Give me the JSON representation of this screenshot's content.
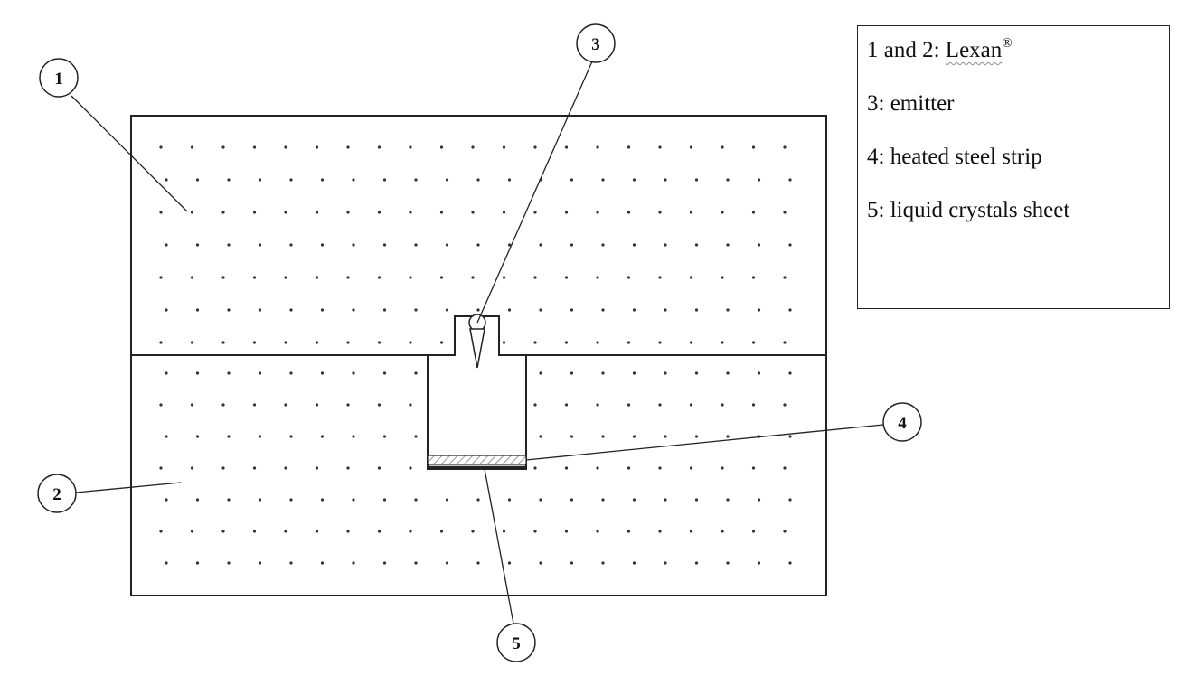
{
  "callouts": [
    {
      "id": "1",
      "label": "1"
    },
    {
      "id": "2",
      "label": "2"
    },
    {
      "id": "3",
      "label": "3"
    },
    {
      "id": "4",
      "label": "4"
    },
    {
      "id": "5",
      "label": "5"
    }
  ],
  "legend": {
    "items": [
      {
        "key": "1 and 2: ",
        "text": "Lexan",
        "mark": "®"
      },
      {
        "key": "3: ",
        "text": "emitter"
      },
      {
        "key": "4: ",
        "text": "heated steel strip"
      },
      {
        "key": "5: ",
        "text": "liquid crystals sheet"
      }
    ]
  },
  "colors": {
    "line": "#222222",
    "dots": "#333333",
    "hatch": "#777777"
  }
}
